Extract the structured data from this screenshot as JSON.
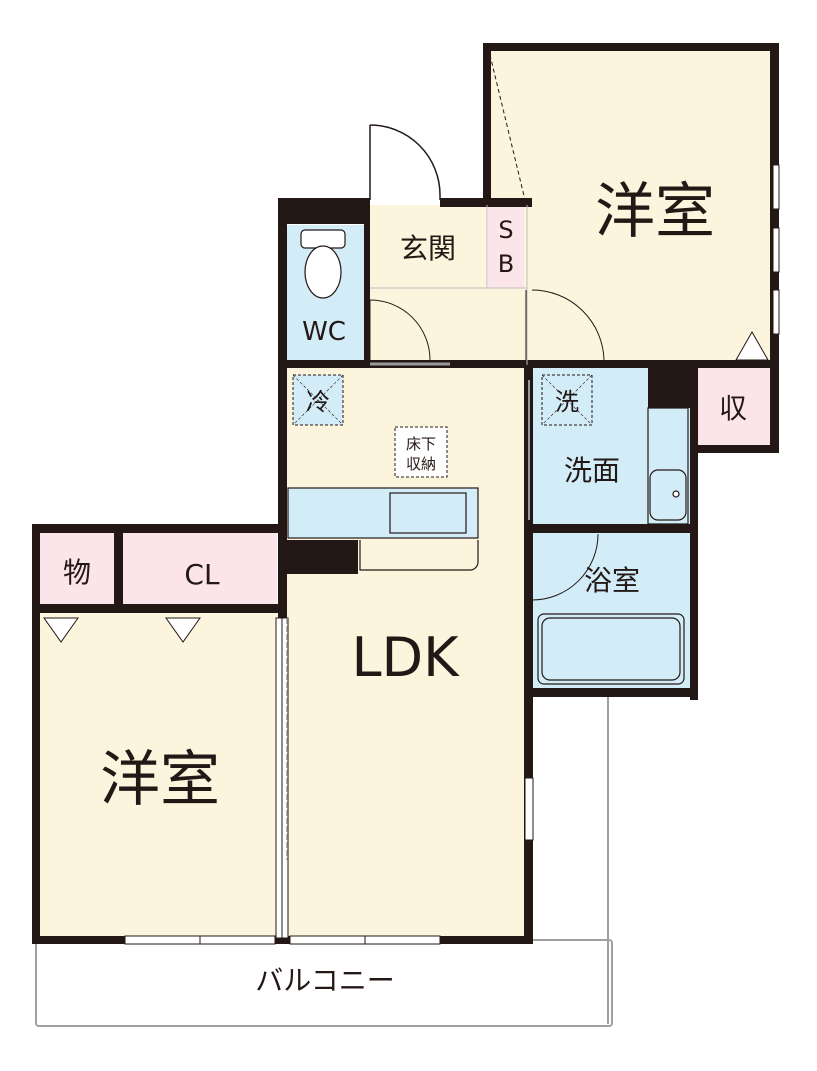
{
  "floorplan": {
    "colors": {
      "wall": "#231815",
      "room_floor": "#fcf4dd",
      "wet_area": "#d2ecf8",
      "storage": "#fbe5ea",
      "outline": "#999999"
    },
    "rooms": {
      "bedroom_upper": "洋室",
      "bedroom_lower": "洋室",
      "ldk": "LDK",
      "entrance": "玄関",
      "shoe_box": "S\nB",
      "shoe_box_top": "S",
      "shoe_box_bottom": "B",
      "wc": "WC",
      "washroom": "洗面",
      "bathroom": "浴室",
      "storage_small": "収",
      "storage_mono": "物",
      "closet": "CL",
      "balcony": "バルコニー"
    },
    "fixtures": {
      "fridge": "冷",
      "washer": "洗",
      "underfloor_top": "床下",
      "underfloor_bottom": "収納"
    }
  }
}
